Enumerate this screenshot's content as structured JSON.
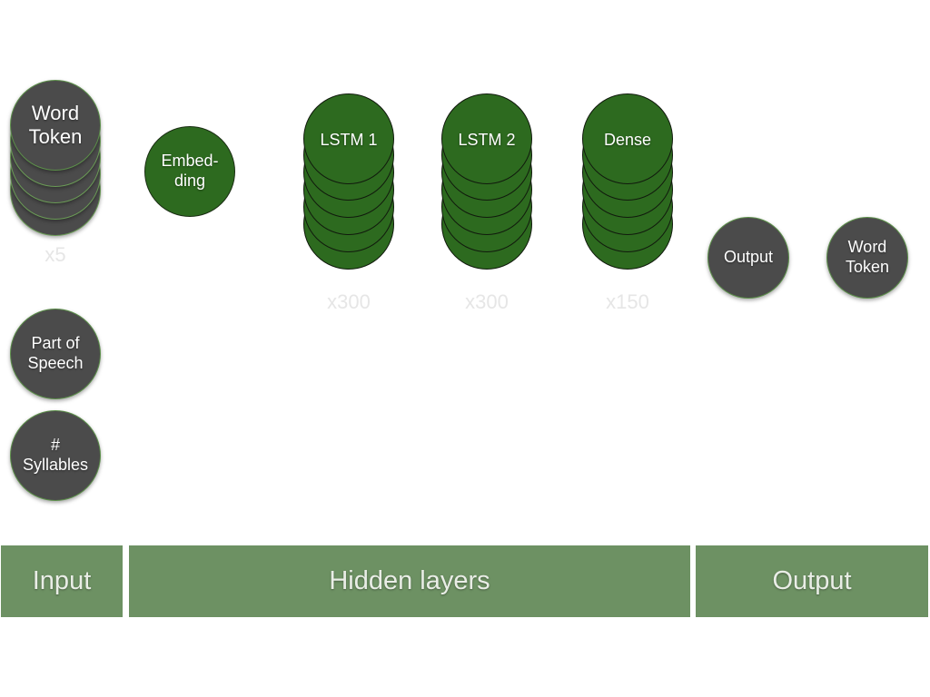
{
  "input": {
    "word_token": "Word Token",
    "word_token_line1": "Word",
    "word_token_line2": "Token",
    "word_token_count": "x5",
    "pos_line1": "Part of",
    "pos_line2": "Speech",
    "syll_line1": "#",
    "syll_line2": "Syllables"
  },
  "hidden": {
    "embed_line1": "Embed-",
    "embed_line2": "ding",
    "lstm1_label": "LSTM 1",
    "lstm1_count": "x300",
    "lstm2_label": "LSTM 2",
    "lstm2_count": "x300",
    "dense_label": "Dense",
    "dense_count": "x150"
  },
  "output": {
    "output_label": "Output",
    "token_line1": "Word",
    "token_line2": "Token"
  },
  "sections": {
    "input": "Input",
    "hidden": "Hidden layers",
    "output": "Output"
  },
  "colors": {
    "gray_node": "#4b4b4b",
    "green_node": "#2d6a1f",
    "section_bar": "#6d9163"
  }
}
